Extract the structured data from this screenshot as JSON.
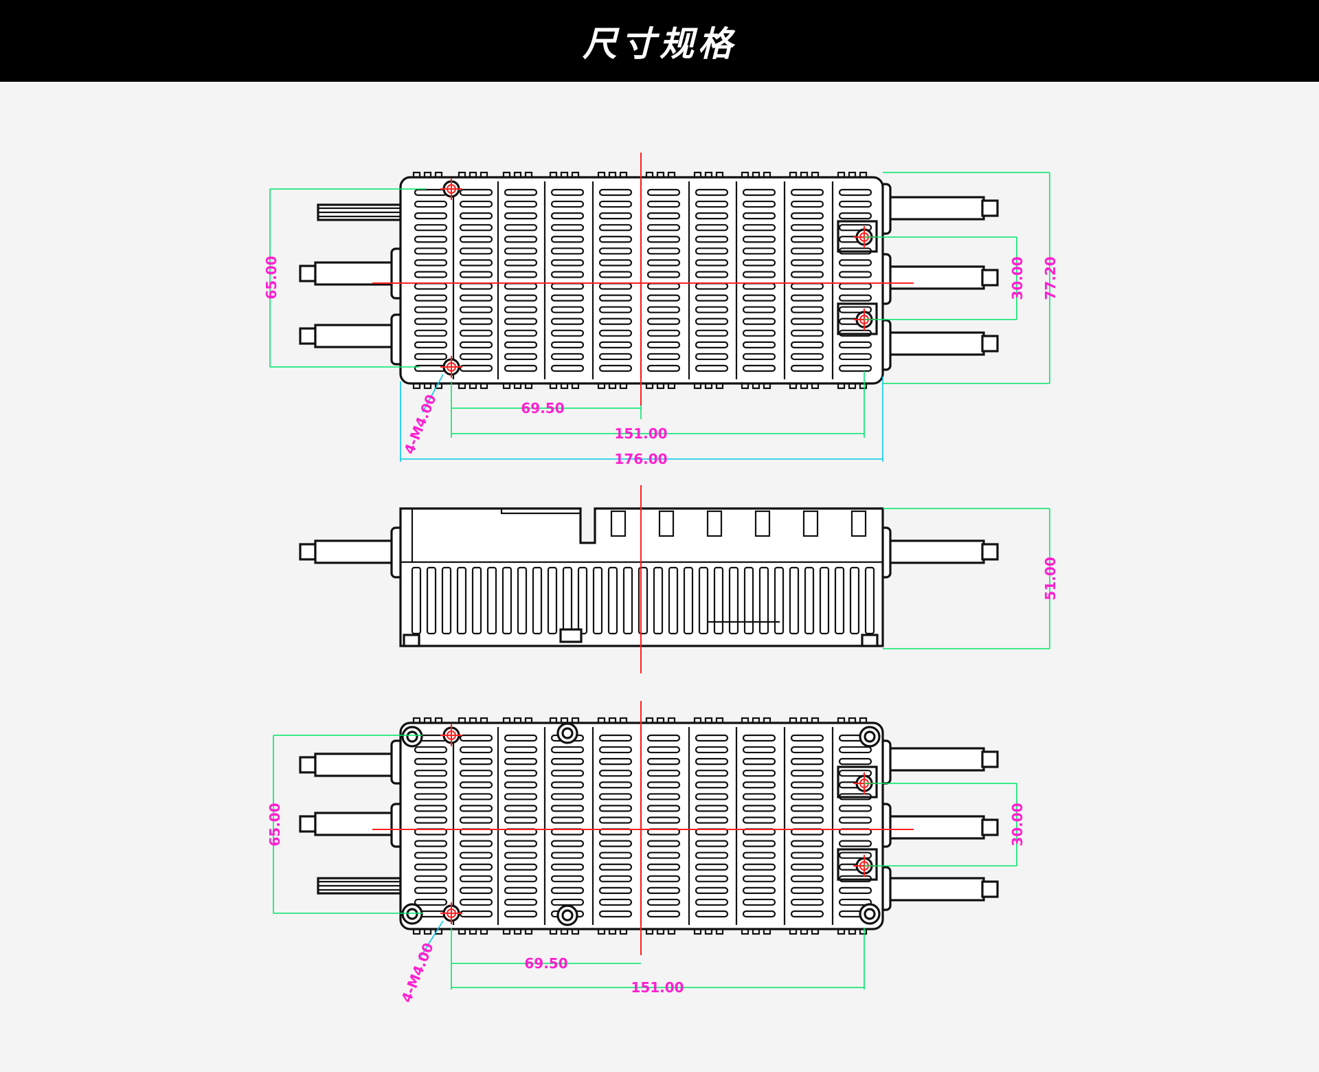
{
  "header": {
    "title": "尺寸规格"
  },
  "colors": {
    "header_bg": "#000000",
    "background": "#f4f4f4",
    "outline": "#111111",
    "dimension_line": "#00e56a",
    "extension_line": "#00c8e6",
    "centerline": "#ff2020",
    "dimension_text": "#ff1fd0"
  },
  "views": [
    {
      "name": "top-view",
      "dimensions": {
        "height_left": "65.00",
        "hole_spacing_right": "30.00",
        "overall_height": "77.20",
        "hole_note": "4-M4.00",
        "to_center": "69.50",
        "hole_spacing": "151.00",
        "overall_length": "176.00"
      }
    },
    {
      "name": "side-view",
      "dimensions": {
        "thickness": "51.00"
      }
    },
    {
      "name": "bottom-view",
      "dimensions": {
        "height_left": "65.00",
        "hole_spacing_right": "30.00",
        "hole_note": "4-M4.00",
        "to_center": "69.50",
        "hole_spacing": "151.00"
      }
    }
  ]
}
